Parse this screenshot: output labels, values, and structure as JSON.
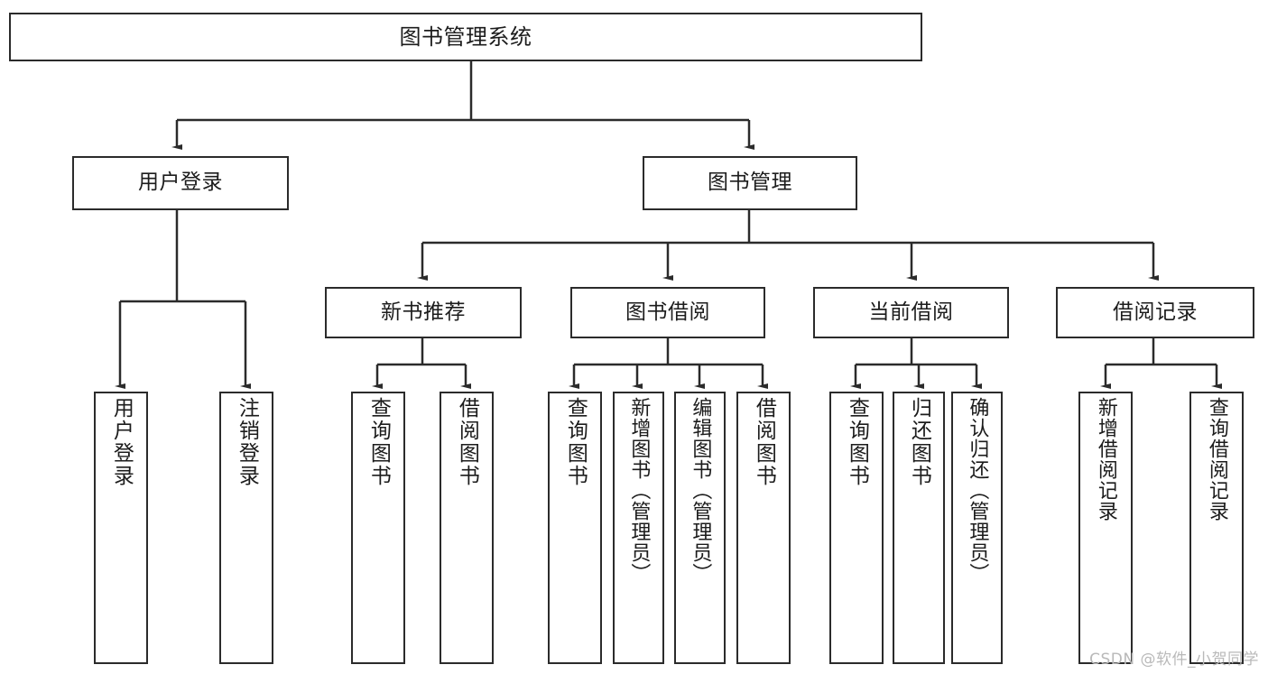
{
  "diagram": {
    "title": "图书管理系统",
    "type": "tree-hierarchy-chart",
    "colors": {
      "box_border": "#2b2b2b",
      "box_fill": "#ffffff",
      "edge": "#2b2b2b",
      "text": "#1c1c1c",
      "watermark": "#b9b9b9"
    },
    "nodes": {
      "root": {
        "label": "图书管理系统"
      },
      "level1": [
        {
          "label": "用户登录"
        },
        {
          "label": "图书管理"
        }
      ],
      "level2": [
        {
          "label": "新书推荐"
        },
        {
          "label": "图书借阅"
        },
        {
          "label": "当前借阅"
        },
        {
          "label": "借阅记录"
        }
      ],
      "leaves": {
        "user_login": [
          {
            "label": "用户登录"
          },
          {
            "label": "注销登录"
          }
        ],
        "new_book_recommend": [
          {
            "label": "查询图书"
          },
          {
            "label": "借阅图书"
          }
        ],
        "book_borrow": [
          {
            "label": "查询图书"
          },
          {
            "label": "新增图书（管理员）"
          },
          {
            "label": "编辑图书（管理员）"
          },
          {
            "label": "借阅图书"
          }
        ],
        "current_borrow": [
          {
            "label": "查询图书"
          },
          {
            "label": "归还图书"
          },
          {
            "label": "确认归还（管理员）"
          }
        ],
        "borrow_record": [
          {
            "label": "新增借阅记录"
          },
          {
            "label": "查询借阅记录"
          }
        ]
      }
    },
    "watermark": "CSDN @软件_小贺同学"
  }
}
